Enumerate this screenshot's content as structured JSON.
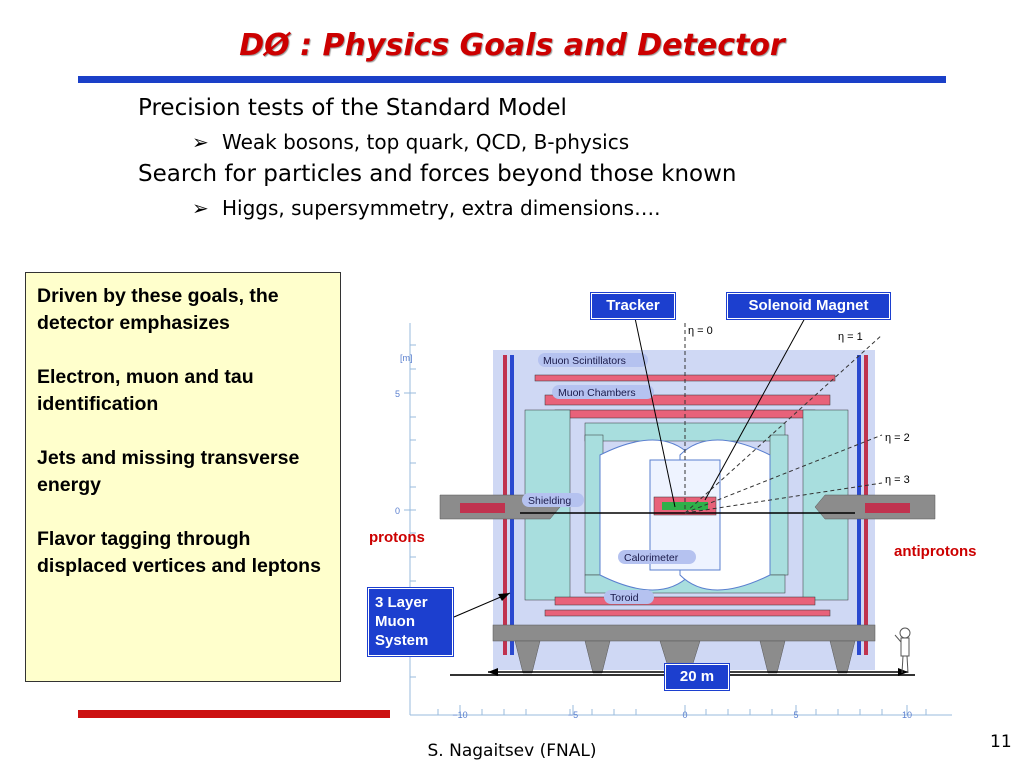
{
  "slide": {
    "title": "DØ : Physics Goals and Detector",
    "footer": "S. Nagaitsev (FNAL)",
    "page_number": "11"
  },
  "goals": [
    {
      "text": "Precision tests of the Standard Model",
      "sub": "Weak bosons, top quark, QCD, B-physics"
    },
    {
      "text": "Search for particles and forces beyond those known",
      "sub": "Higgs, supersymmetry, extra dimensions…."
    }
  ],
  "sub_bullet_marker": "➢",
  "box": {
    "items": [
      "Driven by these goals, the detector emphasizes",
      "Electron, muon and tau identification",
      "Jets and missing transverse energy",
      "Flavor tagging through displaced vertices and leptons"
    ]
  },
  "diagram": {
    "callouts": {
      "tracker": "Tracker",
      "solenoid": "Solenoid Magnet",
      "muon_system": "3 Layer Muon System",
      "scale": "20 m"
    },
    "beam_labels": {
      "left": "protons",
      "right": "antiprotons"
    },
    "component_labels": {
      "muon_scintillators": "Muon Scintillators",
      "muon_chambers": "Muon Chambers",
      "shielding": "Shielding",
      "calorimeter": "Calorimeter",
      "toroid": "Toroid"
    },
    "eta_labels": [
      "η = 0",
      "η = 1",
      "η = 2",
      "η = 3"
    ],
    "axis_unit": "[m]",
    "y_ticks": [
      "5",
      "0"
    ],
    "x_ticks": [
      "−10",
      "−5",
      "0",
      "5",
      "10"
    ]
  },
  "colors": {
    "title": "#cc0000",
    "title_rule": "#1a3fc8",
    "box_bg": "#ffffcc",
    "bottom_rule": "#cc1111",
    "callout_bg": "#1c3fcf",
    "detector_bg": "#cfd8f4",
    "muon_teal": "#a8dede",
    "steel": "#8c8c8c"
  }
}
